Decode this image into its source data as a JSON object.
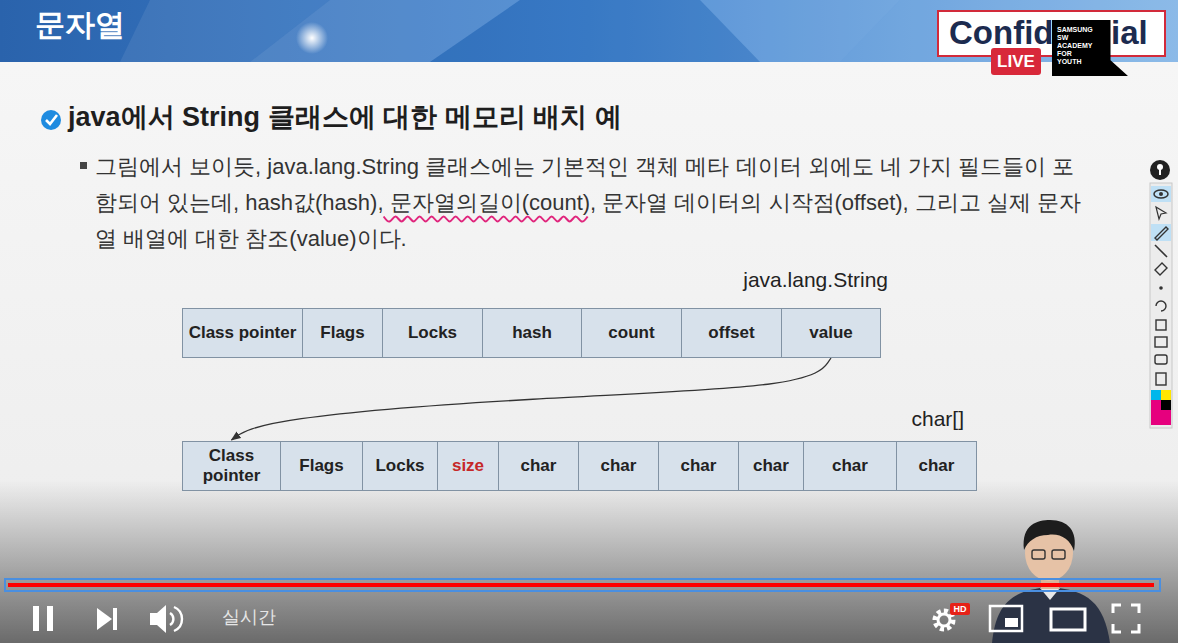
{
  "diagram": {
    "title": "문자열",
    "nodes": [
      {
        "text": [
          "Confid",
          "ial"
        ]
      },
      {
        "text": [
          "SAMSUNG SW ACADEMY FOR YOUTH"
        ]
      },
      {
        "text": [
          "LIVE"
        ]
      },
      {
        "text": [
          "java.lang.String"
        ]
      },
      {
        "text": [
          "Class pointer"
        ],
        "in": 3
      },
      {
        "text": [
          "Flags"
        ],
        "in": 3
      },
      {
        "text": [
          "Locks"
        ],
        "in": 3
      },
      {
        "text": [
          "hash"
        ],
        "in": 3
      },
      {
        "text": [
          "count"
        ],
        "in": 3
      },
      {
        "text": [
          "offset"
        ],
        "in": 3
      },
      {
        "text": [
          "value"
        ],
        "in": 3
      },
      {
        "text": [
          "char[]"
        ]
      },
      {
        "text": [
          "Class pointer"
        ],
        "in": 11
      },
      {
        "text": [
          "Flags"
        ],
        "in": 11
      },
      {
        "text": [
          "Locks"
        ],
        "in": 11
      },
      {
        "text": [
          "size"
        ],
        "in": 11
      },
      {
        "text": [
          "char"
        ],
        "in": 11
      },
      {
        "text": [
          "char"
        ],
        "in": 11
      },
      {
        "text": [
          "char"
        ],
        "in": 11
      },
      {
        "text": [
          "char"
        ],
        "in": 11
      },
      {
        "text": [
          "char"
        ],
        "in": 11
      },
      {
        "text": [
          "char"
        ],
        "in": 11
      },
      {
        "text": [
          "HD"
        ]
      }
    ],
    "edges": [
      {
        "from": 10,
        "to": 12,
        "arrow": "to"
      }
    ],
    "labels": [
      "java에서 String 클래스에 대한 메모리 배치 예",
      "그림에서 보이듯, java.lang.String 클래스에는 기본적인 객체 메타 데이터 외에도 네 가지 필드들이 포함되어 있는데, hash값(hash), 문자열의길이(count), 문자열 데이터의 시작점(offset), 그리고 실제 문자열 배열에 대한 참조(value)이다.",
      "실시간"
    ]
  }
}
